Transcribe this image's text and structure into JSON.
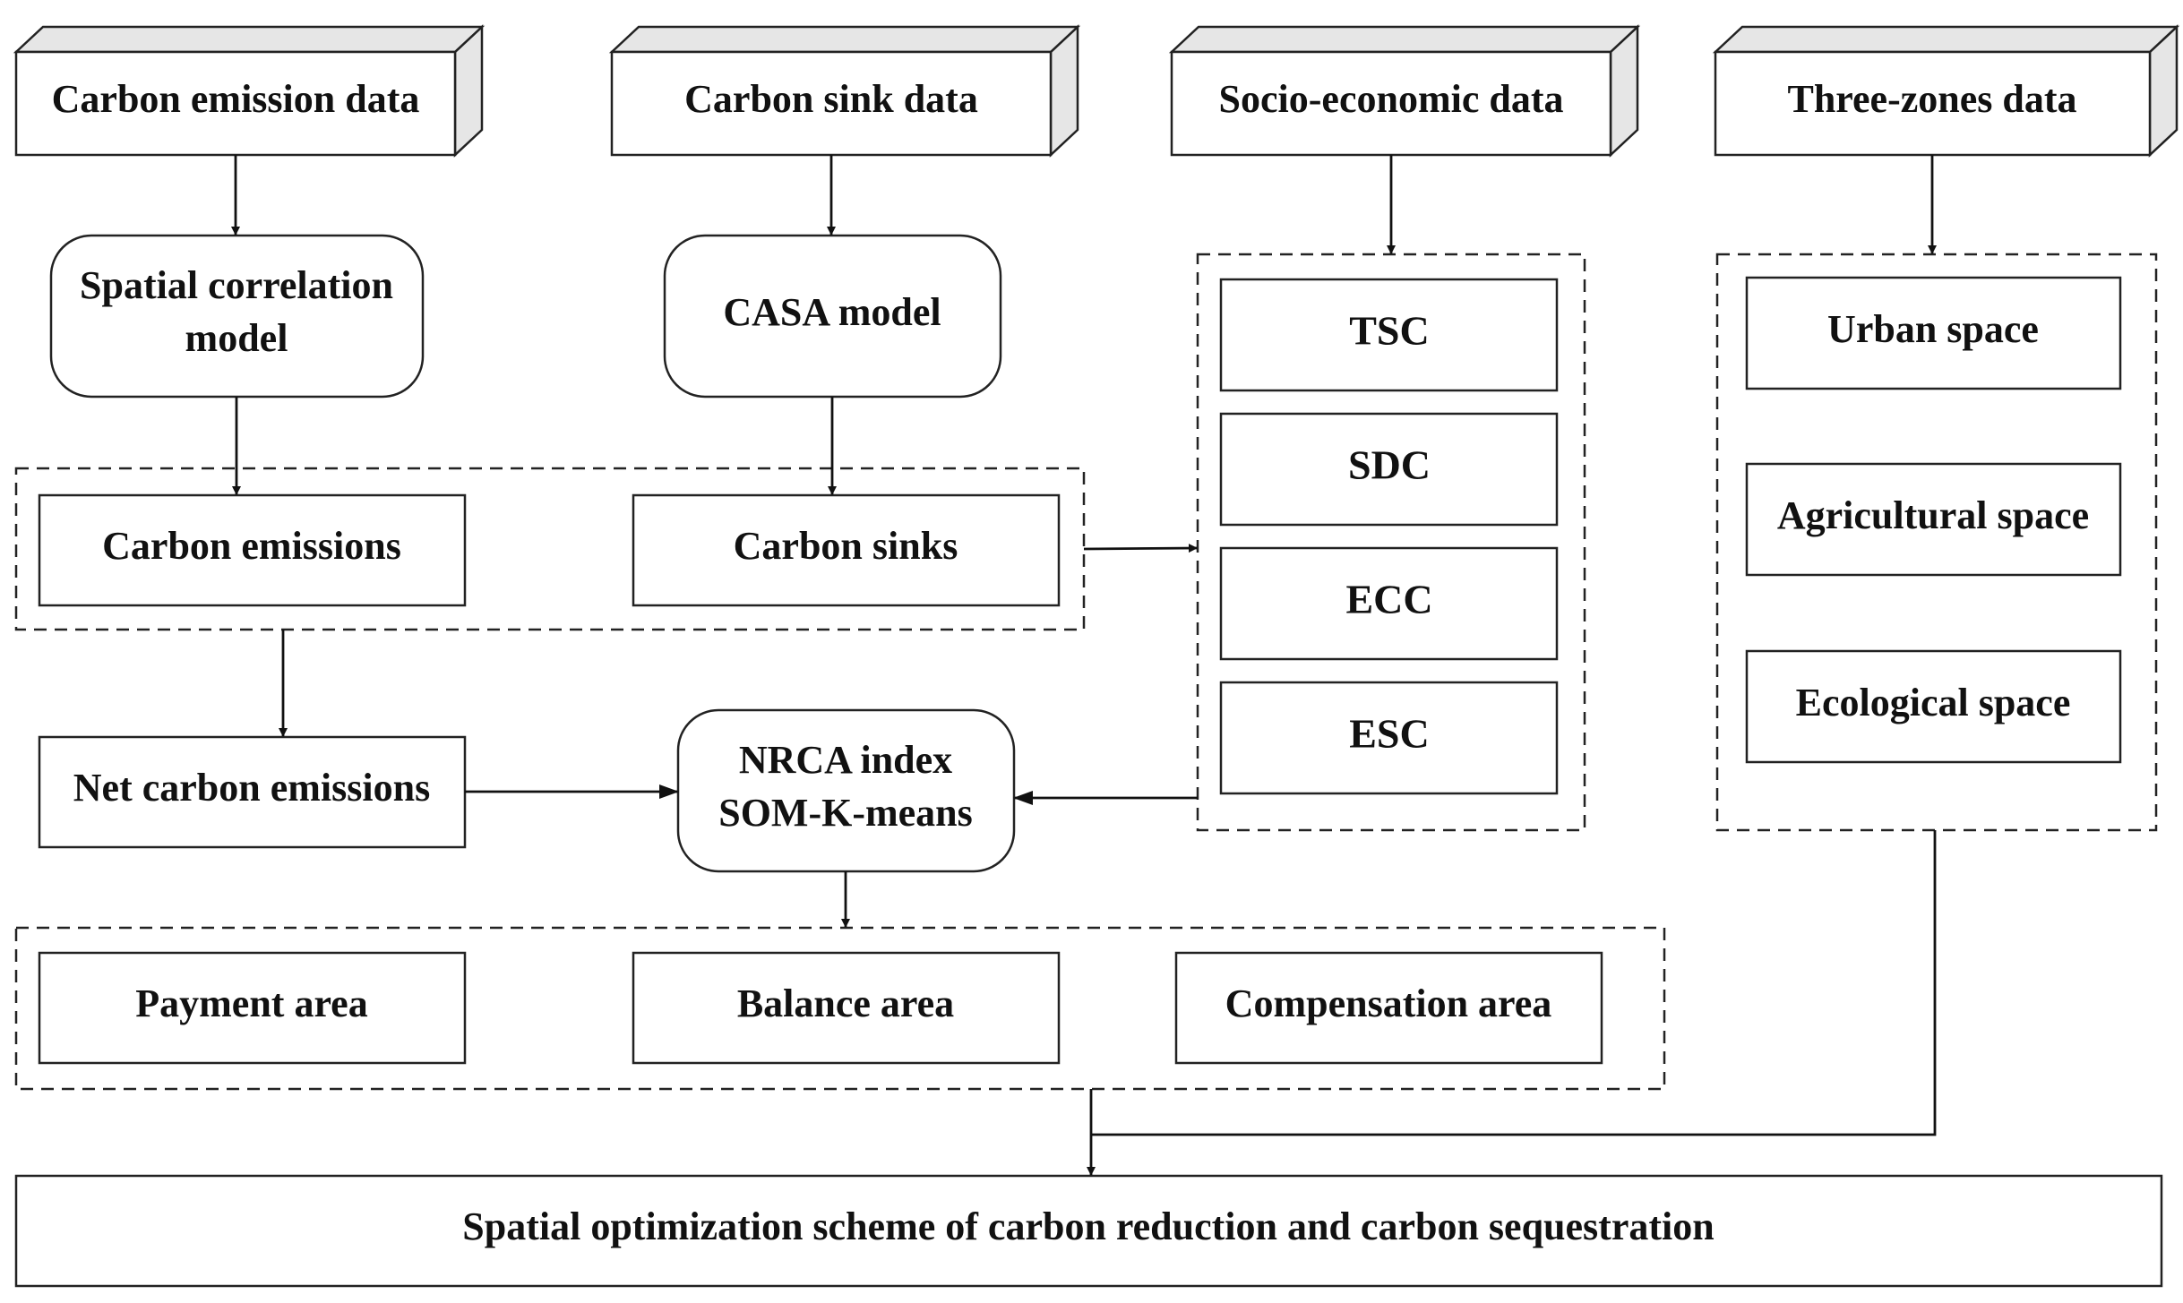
{
  "sources": {
    "carbon_emission": "Carbon emission data",
    "carbon_sink": "Carbon sink data",
    "socio_economic": "Socio-economic data",
    "three_zones": "Three-zones data"
  },
  "models": {
    "spatial_correlation_line1": "Spatial correlation",
    "spatial_correlation_line2": "model",
    "casa": "CASA model",
    "nrca_line1": "NRCA index",
    "nrca_line2": "SOM-K-means"
  },
  "outputs": {
    "carbon_emissions": "Carbon emissions",
    "carbon_sinks": "Carbon sinks",
    "net_carbon_emissions": "Net carbon emissions"
  },
  "socio_indicators": [
    "TSC",
    "SDC",
    "ECC",
    "ESC"
  ],
  "zones": [
    "Urban space",
    "Agricultural space",
    "Ecological space"
  ],
  "areas": [
    "Payment area",
    "Balance area",
    "Compensation area"
  ],
  "final": "Spatial optimization scheme of carbon reduction and carbon sequestration"
}
